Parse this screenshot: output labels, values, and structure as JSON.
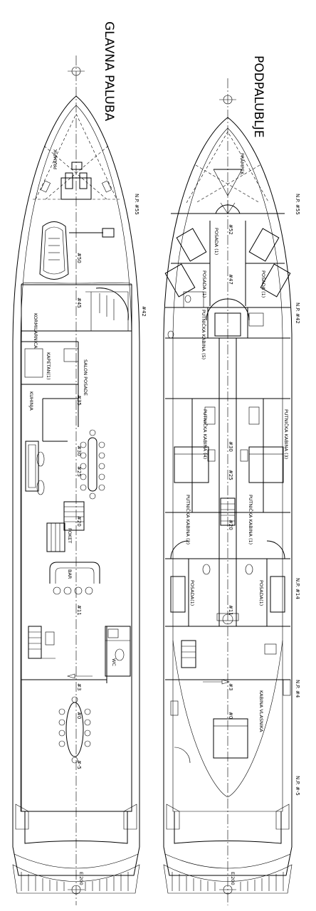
{
  "decks": [
    {
      "title": "GLAVNA PALUBA",
      "rooms": [
        "PRAMPIK",
        "KORMILARNICA",
        "KAPETAN(1)",
        "SALON POSADE",
        "KUHINJA",
        "BAR",
        "WC",
        "FOKET",
        "E.200"
      ],
      "frames": [
        "#50",
        "#45",
        "#35",
        "#30",
        "#25",
        "#20",
        "#11",
        "#3",
        "#0",
        "#-5"
      ],
      "np_marks": [
        "N.P. #55",
        "#42"
      ]
    },
    {
      "title": "PODPALUBLJE",
      "rooms": [
        "PRAMPEK",
        "POSADA (1)",
        "POSADA (1)",
        "POSADA (1)",
        "PUTNIČKA KABINA (5)",
        "PUTNIČKA KABINA (4)",
        "PUTNIČKA KABINA (3)",
        "PUTNIČKA KABINA (2)",
        "PUTNIČKA KABINA (1)",
        "POSADA(1)",
        "POSADA(1)",
        "KABINA VLASNIKA",
        "E.200"
      ],
      "frames": [
        "#52",
        "#47",
        "#30",
        "#25",
        "#20",
        "#11",
        "#3",
        "#0"
      ],
      "np_marks": [
        "N.P. #55",
        "N.P. #42",
        "N.P. #14",
        "N.P. #4",
        "N.P. #-5"
      ]
    }
  ]
}
